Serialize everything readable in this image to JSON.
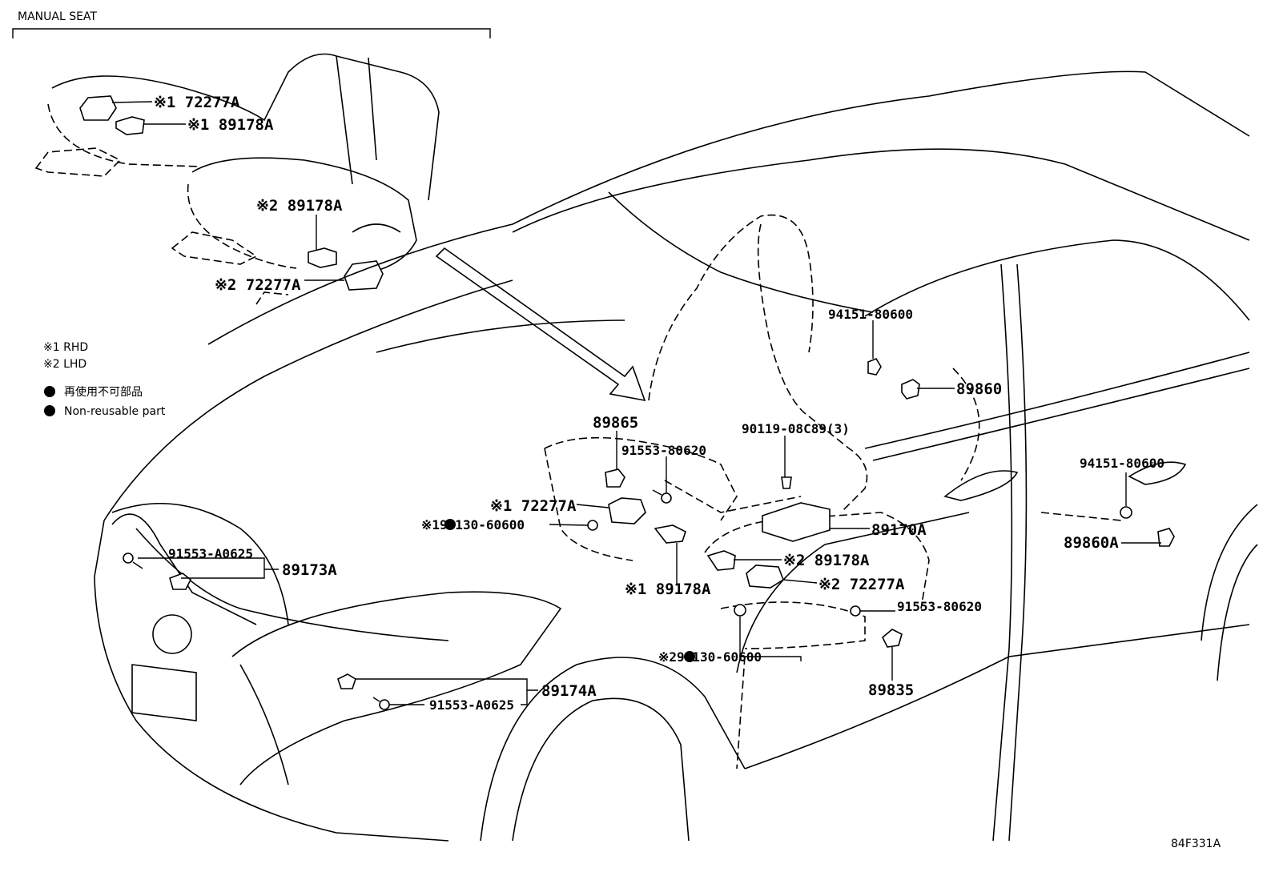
{
  "section_title": "MANUAL SEAT",
  "legend": {
    "rhd": "※1 RHD",
    "lhd": "※2 LHD",
    "non_reusable_ja": "再使用不可部品",
    "non_reusable_en": "Non-reusable part"
  },
  "diagram_code": "84F331A",
  "callouts": {
    "inset_72277a_rhd": "※1 72277A",
    "inset_89178a_rhd": "※1 89178A",
    "inset_89178a_lhd": "※2 89178A",
    "inset_72277a_lhd": "※2 72277A",
    "p94151_upper": "94151-80600",
    "p89860": "89860",
    "p89865": "89865",
    "p91553_80620_a": "91553-80620",
    "p90119": "90119-08C89(3)",
    "p72277a_rhd": "※1 72277A",
    "p94130_rhd": "※194130-60600",
    "p89170a": "89170A",
    "p91553_a0625_a": "91553-A0625",
    "p89173a": "89173A",
    "p89178a_lhd": "※2 89178A",
    "p89178a_rhd": "※1 89178A",
    "p72277a_lhd": "※2 72277A",
    "p91553_80620_b": "91553-80620",
    "p94130_lhd": "※294130-60600",
    "p89835": "89835",
    "p89174a": "89174A",
    "p91553_a0625_b": "91553-A0625",
    "p94151_right": "94151-80600",
    "p89860a": "89860A"
  }
}
